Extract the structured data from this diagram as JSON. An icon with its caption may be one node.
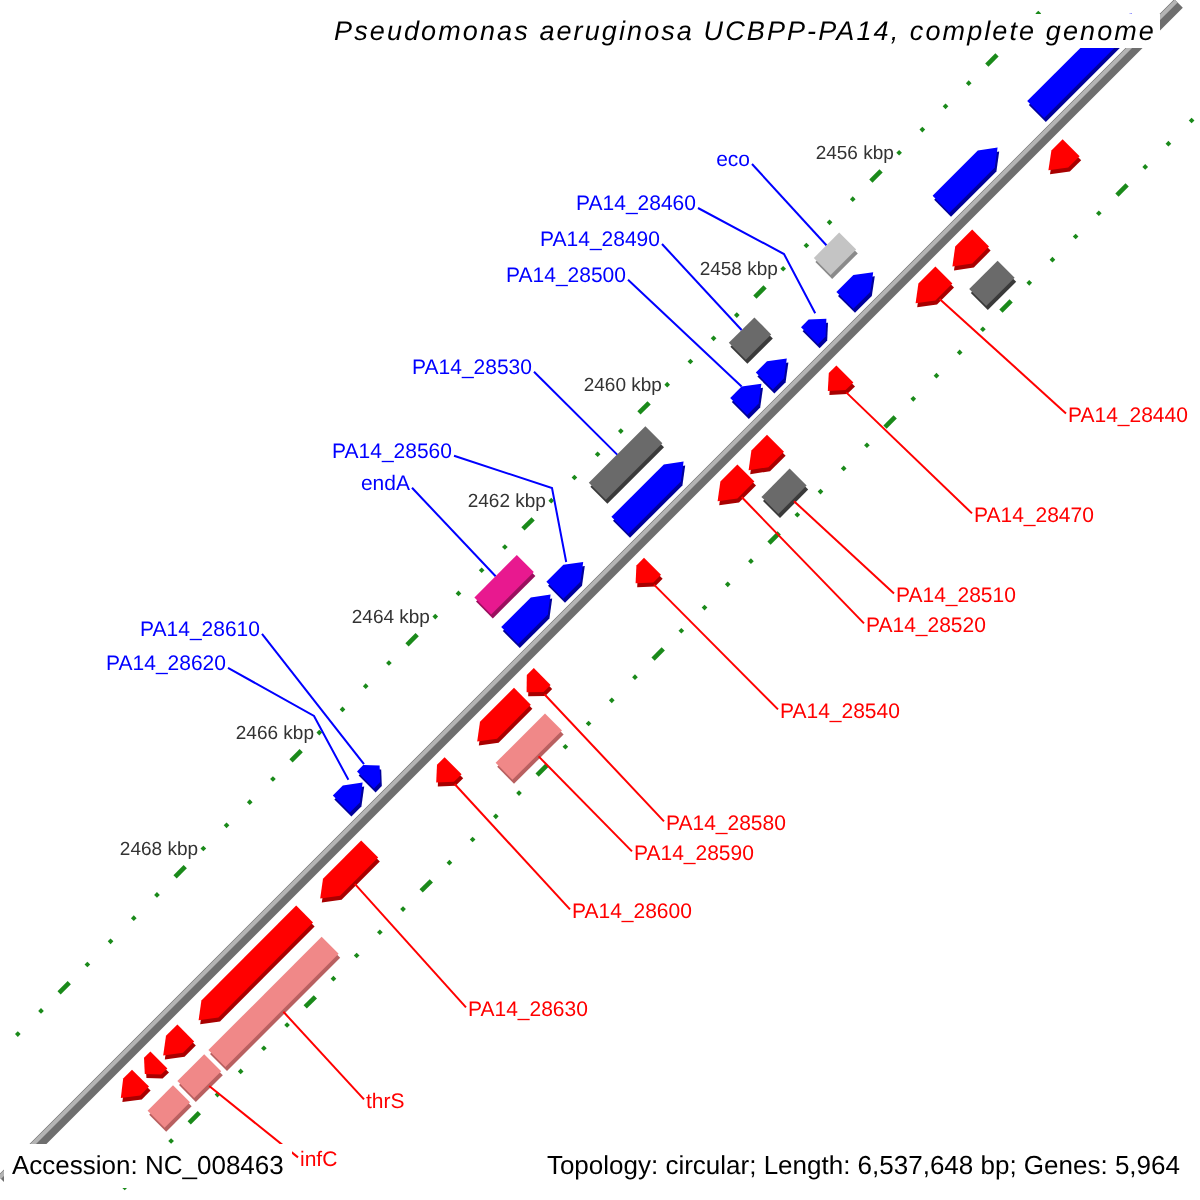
{
  "diagram": {
    "title": "Pseudomonas aeruginosa UCBPP-PA14, complete genome",
    "nodes": [
      {
        "text": [
          "eco"
        ]
      },
      {
        "text": [
          "PA14_28460"
        ]
      },
      {
        "text": [
          "PA14_28490"
        ]
      },
      {
        "text": [
          "PA14_28500"
        ]
      },
      {
        "text": [
          "PA14_28530"
        ]
      },
      {
        "text": [
          "PA14_28560"
        ]
      },
      {
        "text": [
          "endA"
        ]
      },
      {
        "text": [
          "PA14_28610"
        ]
      },
      {
        "text": [
          "PA14_28620"
        ]
      },
      {
        "text": [
          "PA14_28440"
        ]
      },
      {
        "text": [
          "PA14_28470"
        ]
      },
      {
        "text": [
          "PA14_28510"
        ]
      },
      {
        "text": [
          "PA14_28520"
        ]
      },
      {
        "text": [
          "PA14_28540"
        ]
      },
      {
        "text": [
          "PA14_28580"
        ]
      },
      {
        "text": [
          "PA14_28590"
        ]
      },
      {
        "text": [
          "PA14_28600"
        ]
      },
      {
        "text": [
          "PA14_28630"
        ]
      },
      {
        "text": [
          "thrS"
        ]
      },
      {
        "text": [
          "infC"
        ]
      },
      {
        "text": [],
        "shape": "box"
      },
      {
        "text": [],
        "shape": "arrow"
      },
      {
        "text": [],
        "shape": "box"
      },
      {
        "text": [],
        "shape": "arrow"
      },
      {
        "text": [],
        "shape": "box"
      },
      {
        "text": [],
        "shape": "arrow"
      },
      {
        "text": [],
        "shape": "box"
      },
      {
        "text": [],
        "shape": "arrow"
      },
      {
        "text": [],
        "shape": "arrow"
      },
      {
        "text": [],
        "shape": "arrow"
      },
      {
        "text": [],
        "shape": "arrow"
      },
      {
        "text": [],
        "shape": "box"
      },
      {
        "text": [],
        "shape": "arrow"
      },
      {
        "text": [],
        "shape": "arrow"
      },
      {
        "text": [],
        "shape": "arrow"
      },
      {
        "text": [],
        "shape": "box"
      },
      {
        "text": [],
        "shape": "arrow"
      },
      {
        "text": [],
        "shape": "arrow"
      },
      {
        "text": [],
        "shape": "box"
      },
      {
        "text": [],
        "shape": "box"
      },
      {
        "text": [],
        "shape": "arrow"
      },
      {
        "text": [],
        "shape": "arrow"
      },
      {
        "text": [],
        "shape": "arrow"
      },
      {
        "text": [],
        "shape": "arrow"
      },
      {
        "text": [],
        "shape": "arrow"
      },
      {
        "text": [],
        "shape": "arrow"
      },
      {
        "text": [],
        "shape": "arrow"
      },
      {
        "text": [],
        "shape": "arrow"
      },
      {
        "text": [],
        "shape": "arrow"
      },
      {
        "text": [],
        "shape": "arrow"
      },
      {
        "text": [],
        "shape": "arrow"
      },
      {
        "text": [],
        "shape": "arrow"
      },
      {
        "text": [],
        "shape": "arrow"
      },
      {
        "text": [],
        "shape": "arrow"
      },
      {
        "text": [],
        "shape": "box"
      },
      {
        "text": [],
        "shape": "box"
      }
    ],
    "edges": [
      {
        "from": 0,
        "to": 20,
        "arrow": "none",
        "color": "#0000ff"
      },
      {
        "from": 1,
        "to": 21,
        "arrow": "none",
        "color": "#0000ff"
      },
      {
        "from": 2,
        "to": 22,
        "arrow": "none",
        "color": "#0000ff"
      },
      {
        "from": 3,
        "to": 23,
        "arrow": "none",
        "color": "#0000ff"
      },
      {
        "from": 4,
        "to": 24,
        "arrow": "none",
        "color": "#0000ff"
      },
      {
        "from": 5,
        "to": 25,
        "arrow": "none",
        "color": "#0000ff"
      },
      {
        "from": 6,
        "to": 26,
        "arrow": "none",
        "color": "#0000ff"
      },
      {
        "from": 7,
        "to": 27,
        "arrow": "none",
        "color": "#0000ff"
      },
      {
        "from": 8,
        "to": 28,
        "arrow": "none",
        "color": "#0000ff"
      },
      {
        "from": 9,
        "to": 29,
        "arrow": "none"
      },
      {
        "from": 10,
        "to": 30,
        "arrow": "none"
      },
      {
        "from": 11,
        "to": 31,
        "arrow": "none"
      },
      {
        "from": 12,
        "to": 32,
        "arrow": "none"
      },
      {
        "from": 13,
        "to": 33,
        "arrow": "none"
      },
      {
        "from": 14,
        "to": 34,
        "arrow": "none"
      },
      {
        "from": 15,
        "to": 35,
        "arrow": "none"
      },
      {
        "from": 16,
        "to": 36,
        "arrow": "none"
      },
      {
        "from": 17,
        "to": 37,
        "arrow": "none"
      },
      {
        "from": 18,
        "to": 38,
        "arrow": "none"
      },
      {
        "from": 19,
        "to": 39,
        "arrow": "none"
      }
    ],
    "labels": [
      "2456 kbp",
      "2458 kbp",
      "2460 kbp",
      "2462 kbp",
      "2464 kbp",
      "2466 kbp",
      "2468 kbp",
      "Accession: NC_008463",
      "Topology: circular; Length: 6,537,648 bp; Genes: 5,964"
    ]
  }
}
